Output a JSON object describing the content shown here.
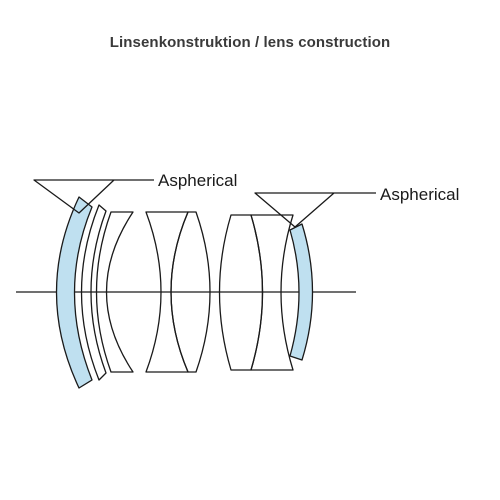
{
  "title": "Linsenkonstruktion / lens construction",
  "callouts": {
    "front_label": "Aspherical",
    "rear_label": "Aspherical"
  },
  "colors": {
    "background": "#ffffff",
    "outline": "#1a1a1a",
    "aspherical_fill": "#bfe0f0",
    "title_text": "#3a3a3a"
  },
  "diagram": {
    "element_count": 8,
    "group_count": 6,
    "aspherical_elements": 2
  }
}
